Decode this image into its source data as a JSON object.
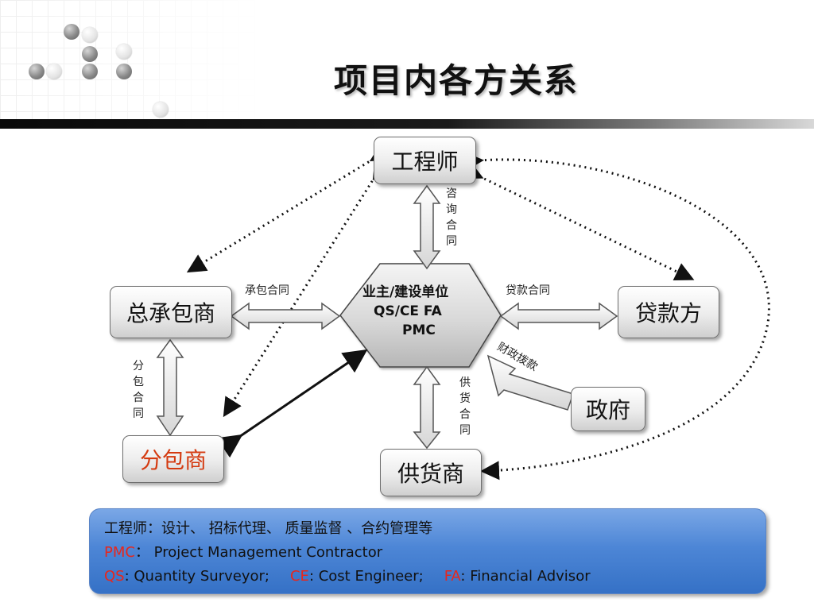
{
  "title": "项目内各方关系",
  "nodes": {
    "engineer": "工程师",
    "general_contractor": "总承包商",
    "lender": "贷款方",
    "subcontractor": "分包商",
    "supplier": "供货商",
    "government": "政府",
    "owner": {
      "line1": "业主/建设单位",
      "line2": "QS/CE  FA",
      "line3": "PMC"
    }
  },
  "relations": {
    "consulting_contract": "咨询合同",
    "contracting_contract": "承包合同",
    "loan_contract": "贷款合同",
    "subcontract": "分包合同",
    "supply_contract": "供货合同",
    "fiscal_allocation": "财政拨款"
  },
  "legend": {
    "line1": "工程师：设计、 招标代理、 质量监督 、合约管理等",
    "pmc_abbr": "PMC",
    "pmc_text": "：  Project Management Contractor",
    "qs_abbr": "QS",
    "qs_text": ":  Quantity Surveyor;",
    "ce_abbr": "CE",
    "ce_text": ":  Cost Engineer;",
    "fa_abbr": "FA",
    "fa_text": ":  Financial Advisor"
  },
  "colors": {
    "accent_red": "#e8261b",
    "subcontractor_text": "#d43a10",
    "legend_blue": "#4d86d6"
  }
}
